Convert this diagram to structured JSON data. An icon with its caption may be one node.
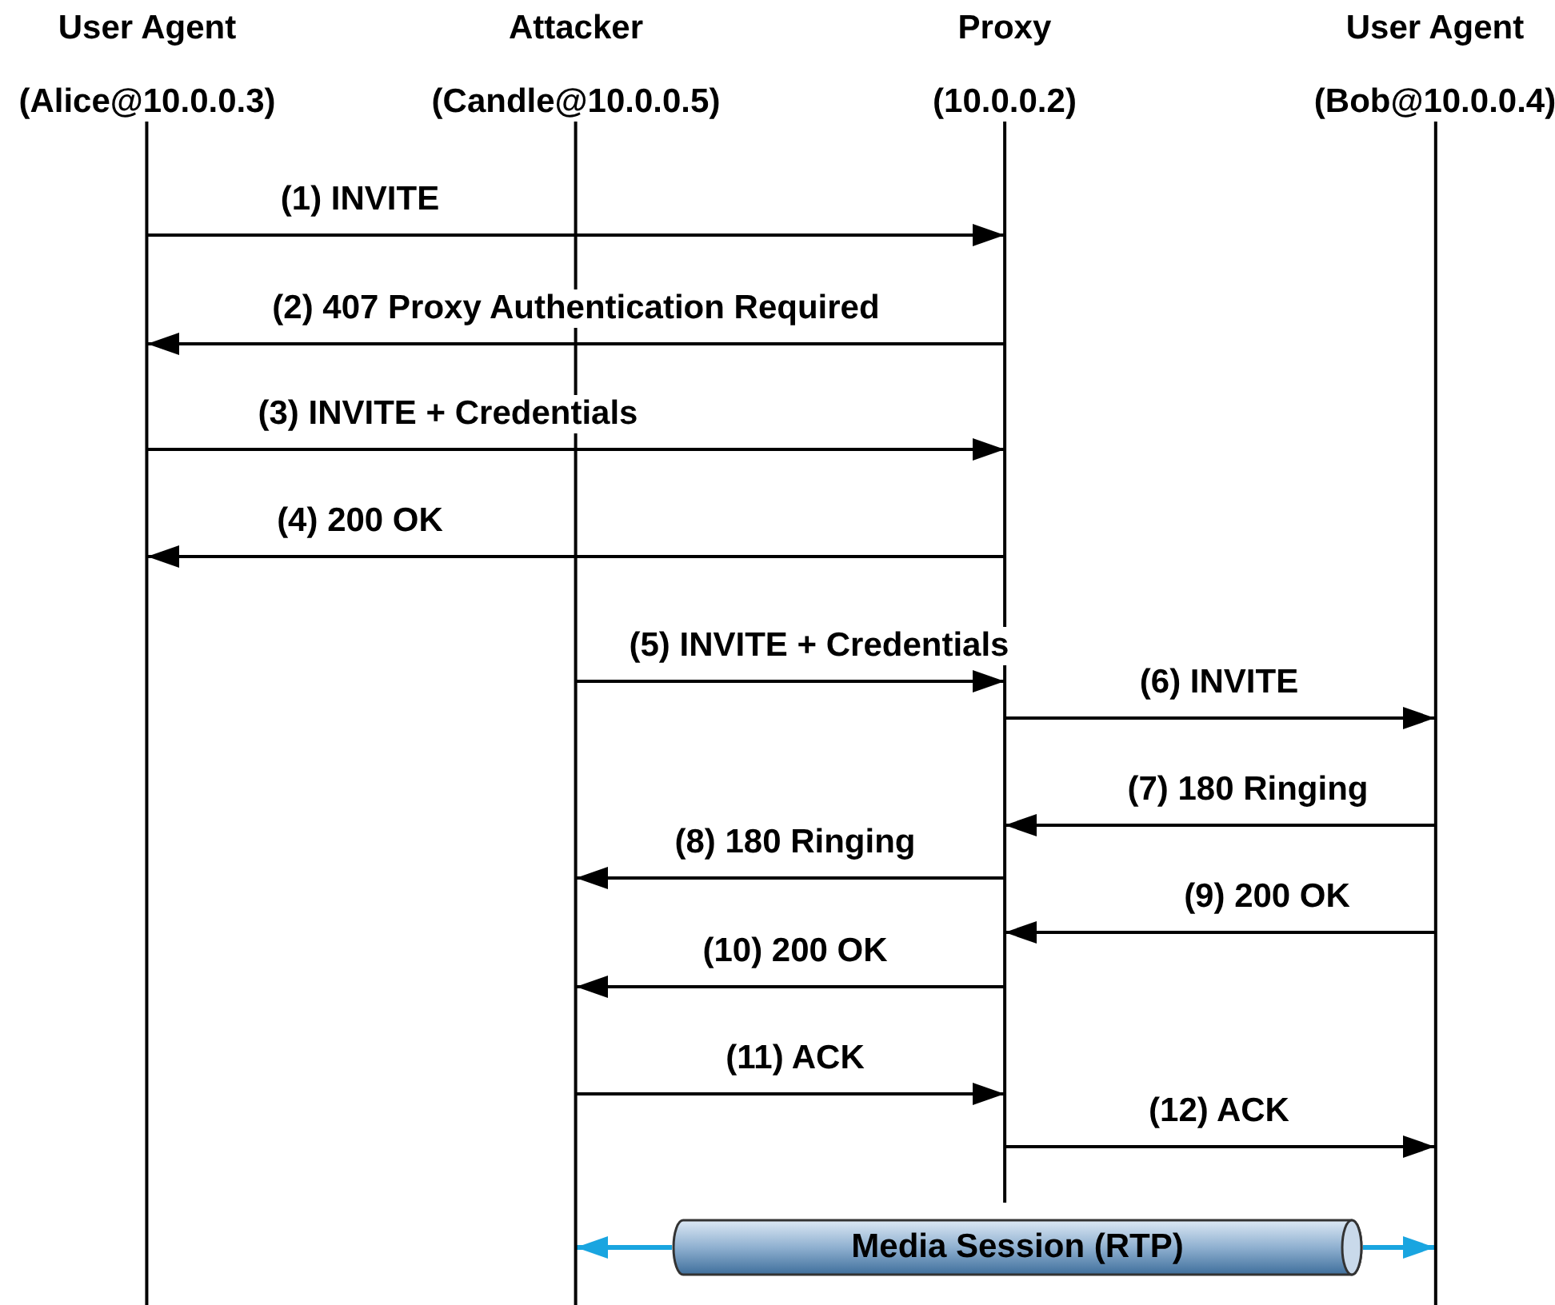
{
  "diagram": {
    "nodes": [
      {
        "text": [
          "User Agent",
          "(Alice@10.0.0.3)"
        ]
      },
      {
        "text": [
          "Attacker",
          "(Candle@10.0.0.5)"
        ]
      },
      {
        "text": [
          "Proxy",
          "(10.0.0.2)"
        ]
      },
      {
        "text": [
          "User Agent",
          "(Bob@10.0.0.4)"
        ]
      },
      {
        "text": [
          "Media Session (RTP)"
        ]
      }
    ],
    "edges": [
      {
        "from": 0,
        "to": 2,
        "arrow": "to",
        "label": "(1) INVITE"
      },
      {
        "from": 2,
        "to": 0,
        "arrow": "to",
        "label": "(2) 407 Proxy Authentication Required"
      },
      {
        "from": 0,
        "to": 2,
        "arrow": "to",
        "label": "(3) INVITE + Credentials"
      },
      {
        "from": 2,
        "to": 0,
        "arrow": "to",
        "label": "(4) 200 OK"
      },
      {
        "from": 1,
        "to": 2,
        "arrow": "to",
        "label": "(5) INVITE + Credentials"
      },
      {
        "from": 2,
        "to": 3,
        "arrow": "to",
        "label": "(6) INVITE"
      },
      {
        "from": 3,
        "to": 2,
        "arrow": "to",
        "label": "(7) 180 Ringing"
      },
      {
        "from": 2,
        "to": 1,
        "arrow": "to",
        "label": "(8) 180 Ringing"
      },
      {
        "from": 3,
        "to": 2,
        "arrow": "to",
        "label": "(9) 200 OK"
      },
      {
        "from": 2,
        "to": 1,
        "arrow": "to",
        "label": "(10) 200 OK"
      },
      {
        "from": 1,
        "to": 2,
        "arrow": "to",
        "label": "(11) ACK"
      },
      {
        "from": 2,
        "to": 3,
        "arrow": "to",
        "label": "(12) ACK"
      },
      {
        "from": 4,
        "to": 1,
        "arrow": "to",
        "color": "#19a5e0"
      },
      {
        "from": 4,
        "to": 3,
        "arrow": "to",
        "color": "#19a5e0"
      }
    ]
  }
}
